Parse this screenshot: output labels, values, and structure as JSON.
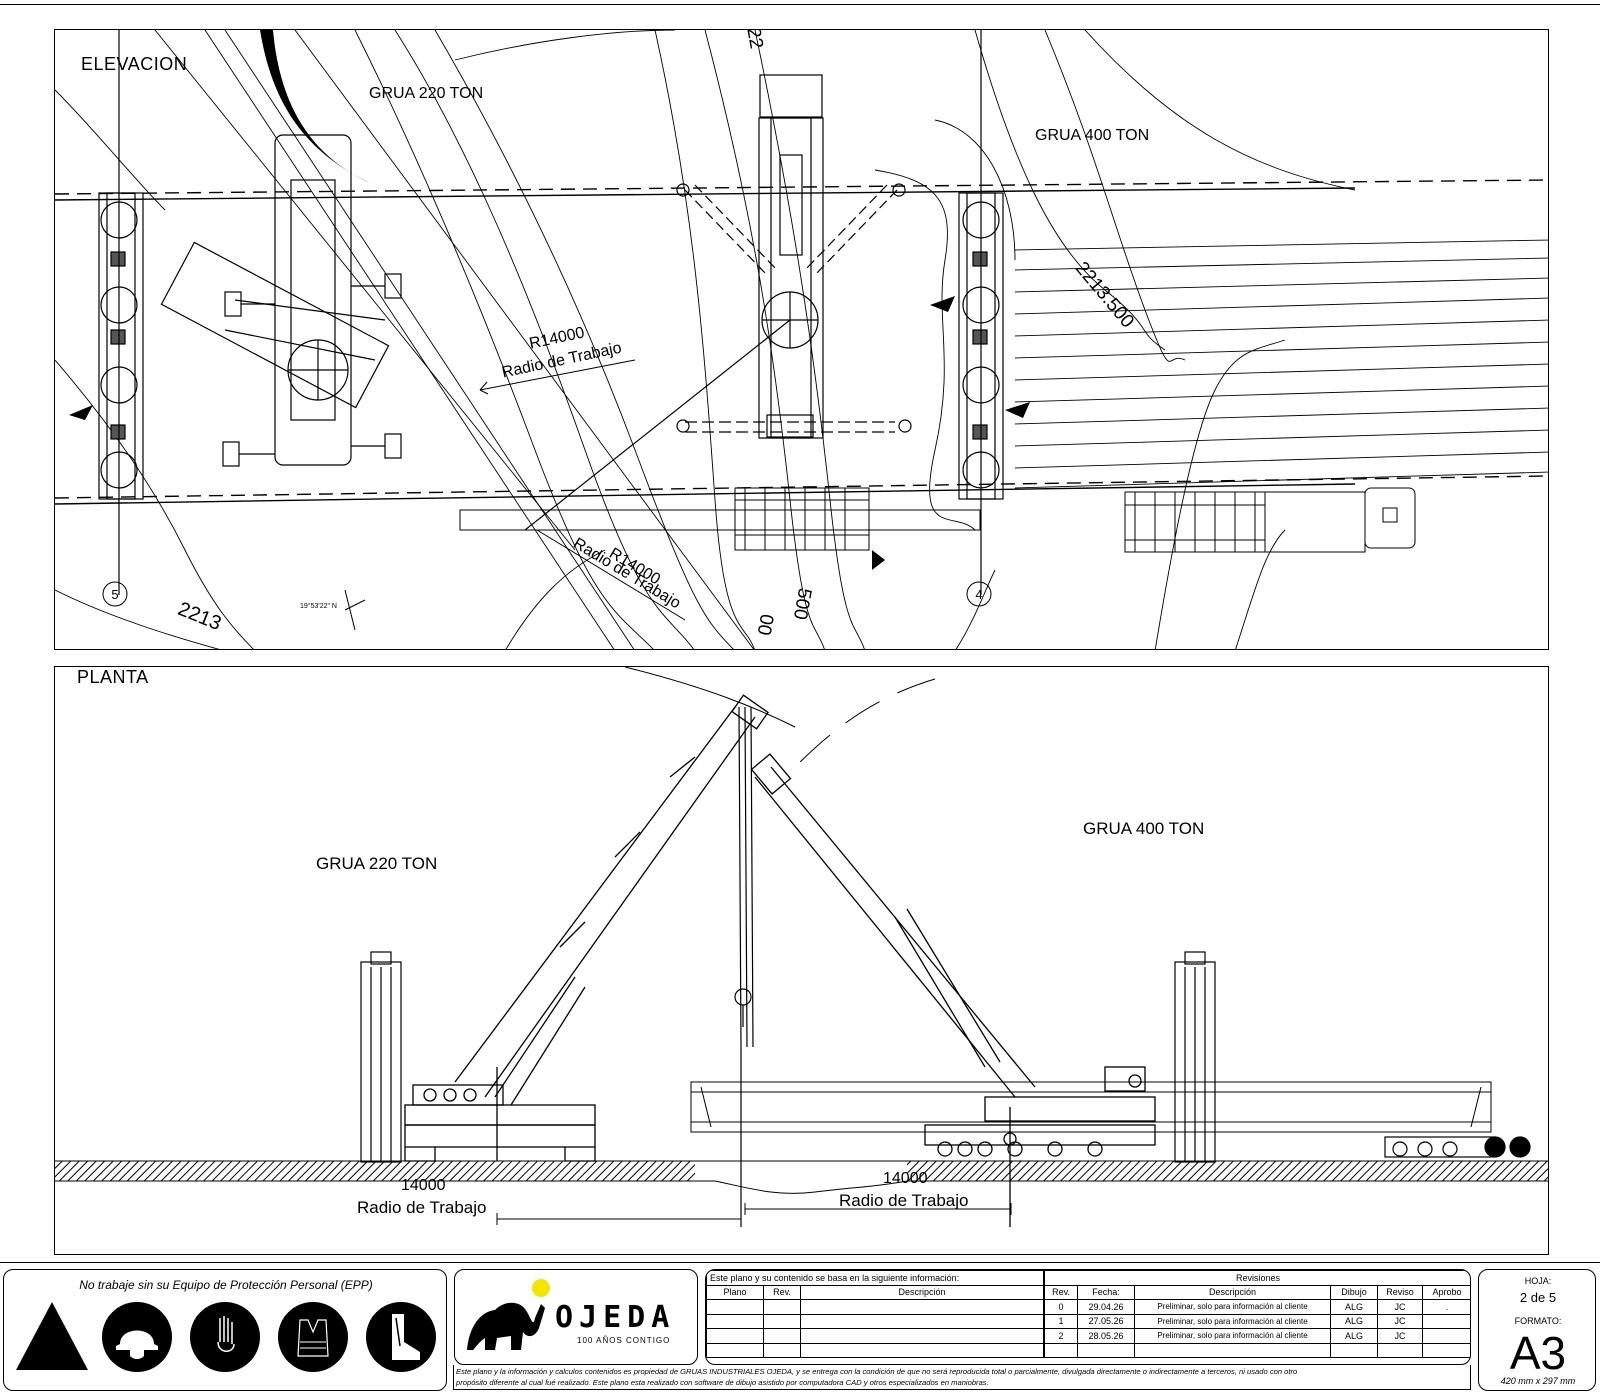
{
  "elevacion": {
    "title": "ELEVACION",
    "crane_left_label": "GRUA 220 TON",
    "crane_right_label": "GRUA 400 TON",
    "radius_upper": {
      "value": "R14000",
      "caption": "Radio de Trabajo"
    },
    "radius_lower": {
      "value": "R14000",
      "caption": "Radio de Trabajo"
    },
    "contour_label_right": "2213.500",
    "contour_label_top": "22",
    "contour_label_bottom_left": "2213",
    "contour_label_bottom_center": "500",
    "contour_label_bottom_center_2": "00",
    "axis_left": "5",
    "axis_right": "4",
    "north_coord": "19°53'22\" N"
  },
  "planta": {
    "title": "PLANTA",
    "crane_left_label": "GRUA 220 TON",
    "crane_right_label": "GRUA 400 TON",
    "dim_left": {
      "value": "14000",
      "caption": "Radio de Trabajo"
    },
    "dim_right": {
      "value": "14000",
      "caption": "Radio de Trabajo"
    }
  },
  "title_block": {
    "epp_title": "No trabaje sin su Equipo de Protección Personal (EPP)",
    "epp_icons": [
      "warning-triangle-icon",
      "helmet-icon",
      "gloves-icon",
      "safety-vest-icon",
      "safety-boot-icon"
    ],
    "company_name": "OJEDA",
    "company_tagline": "100 AÑOS CONTIGO",
    "info_header": "Este plano y su contenido se basa en la siguiente información:",
    "info_columns": [
      "Plano",
      "Rev.",
      "Descripción"
    ],
    "revisions_header": "Revisiones",
    "revisions_columns": [
      "Rev.",
      "Fecha:",
      "Descripción",
      "Dibujo",
      "Reviso",
      "Aprobo"
    ],
    "revisions": [
      {
        "rev": "0",
        "fecha": "29.04.26",
        "descripcion": "Preliminar, solo para información al cliente",
        "dibujo": "ALG",
        "reviso": "JC",
        "aprobo": "."
      },
      {
        "rev": "1",
        "fecha": "27.05.26",
        "descripcion": "Preliminar, solo para información al cliente",
        "dibujo": "ALG",
        "reviso": "JC",
        "aprobo": ""
      },
      {
        "rev": "2",
        "fecha": "28.05.26",
        "descripcion": "Preliminar, solo para información al cliente",
        "dibujo": "ALG",
        "reviso": "JC",
        "aprobo": ""
      }
    ],
    "disclaimer_line1": "Este plano y la información y calculos contenidos es propiedad de GRUAS INDUSTRIALES OJEDA, y se entrega con la condición de que no será reproducida total o parcialmente, divulgada directamente o indirectamente a terceros, ni usado con otro",
    "disclaimer_line2": "propósito diferente al cual fué realizado. Este plano esta realizado con software de dibujo asistido por computadora CAD y otros especializados en maniobras.",
    "hoja_label": "HOJA:",
    "hoja_value": "2 de 5",
    "formato_label": "FORMATO:",
    "formato_value": "A3",
    "formato_size": "420 mm x 297 mm"
  },
  "colors": {
    "ink": "#000000",
    "paper": "#ffffff",
    "logo_accent": "#f2e600"
  }
}
